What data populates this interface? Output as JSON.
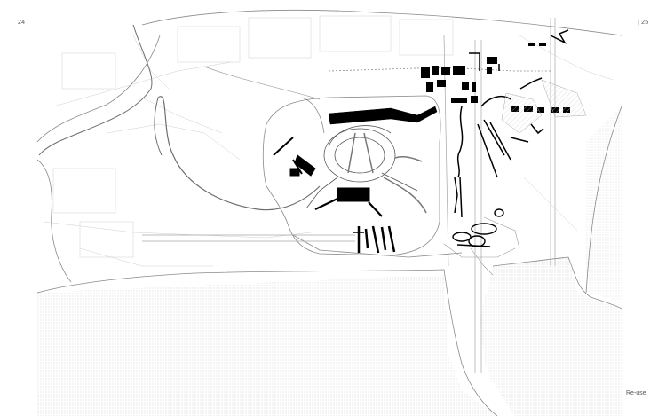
{
  "page_numbers": {
    "left": "24 |",
    "right": "| 25"
  },
  "caption": "Re-use",
  "colors": {
    "ink": "#000000",
    "line": "#9a9a9a",
    "faint": "#cfcfcf",
    "water": "#e9e9e9"
  },
  "icons": {
    "map": "site-plan-drawing"
  }
}
